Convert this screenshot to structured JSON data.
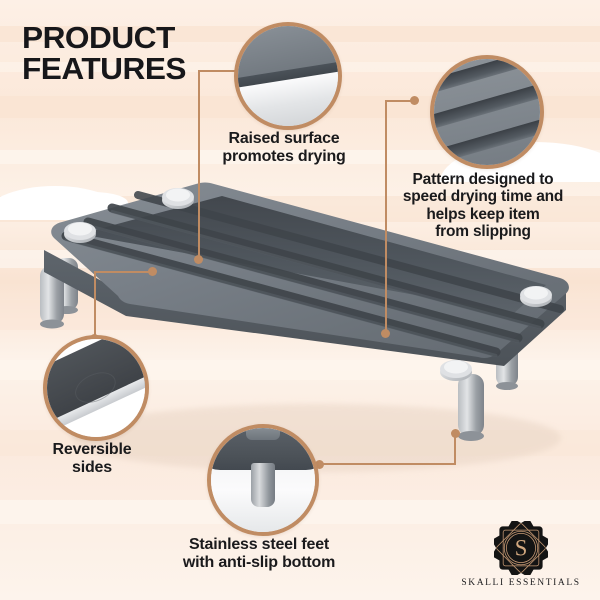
{
  "page": {
    "title_line1": "PRODUCT",
    "title_line2": "FEATURES",
    "background_color": "#fbeade",
    "accent_color": "#c08c63",
    "text_color": "#1a1a1c"
  },
  "product": {
    "name": "slatted shower mat",
    "body_color": "#6f767d",
    "foot_color": "#b9bcc0",
    "slat_count": 4
  },
  "callouts": [
    {
      "id": "raised-surface",
      "caption_lines": [
        "Raised surface",
        "promotes drying"
      ],
      "image_name": "slat-edge-closeup"
    },
    {
      "id": "pattern-design",
      "caption_lines": [
        "Pattern designed to",
        "speed drying time and",
        "helps keep item",
        "from slipping"
      ],
      "image_name": "slat-grooves-closeup"
    },
    {
      "id": "reversible-sides",
      "caption_lines": [
        "Reversible",
        "sides"
      ],
      "image_name": "reversible-side-closeup"
    },
    {
      "id": "stainless-feet",
      "caption_lines": [
        "Stainless steel feet",
        "with anti-slip bottom"
      ],
      "image_name": "steel-foot-closeup"
    }
  ],
  "brand": {
    "monogram": "S",
    "name": "SKALLI ESSENTIALS",
    "badge_color": "#141414",
    "badge_accent": "#c79a75"
  }
}
